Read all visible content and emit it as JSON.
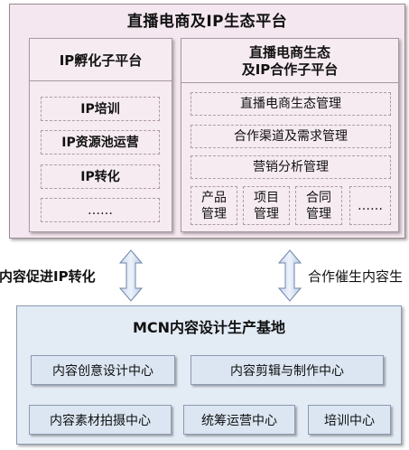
{
  "platform": {
    "title": "直播电商及IP生态平台",
    "left": {
      "title": "IP孵化子平台",
      "items": [
        "IP培训",
        "IP资源池运营",
        "IP转化",
        "……"
      ]
    },
    "right": {
      "title_line1": "直播电商生态",
      "title_line2": "及IP合作子平台",
      "items": [
        "直播电商生态管理",
        "合作渠道及需求管理",
        "营销分析管理"
      ],
      "small_items": [
        {
          "line1": "产品",
          "line2": "管理"
        },
        {
          "line1": "项目",
          "line2": "管理"
        },
        {
          "line1": "合同",
          "line2": "管理"
        }
      ],
      "small_more": "……"
    }
  },
  "arrows": {
    "left_label": "内容促进IP转化",
    "right_label": "合作催生内容生"
  },
  "base": {
    "title": "MCN内容设计生产基地",
    "row1": [
      "内容创意设计中心",
      "内容剪辑与制作中心"
    ],
    "row2": [
      "内容素材拍摄中心",
      "统筹运营中心",
      "培训中心"
    ]
  }
}
